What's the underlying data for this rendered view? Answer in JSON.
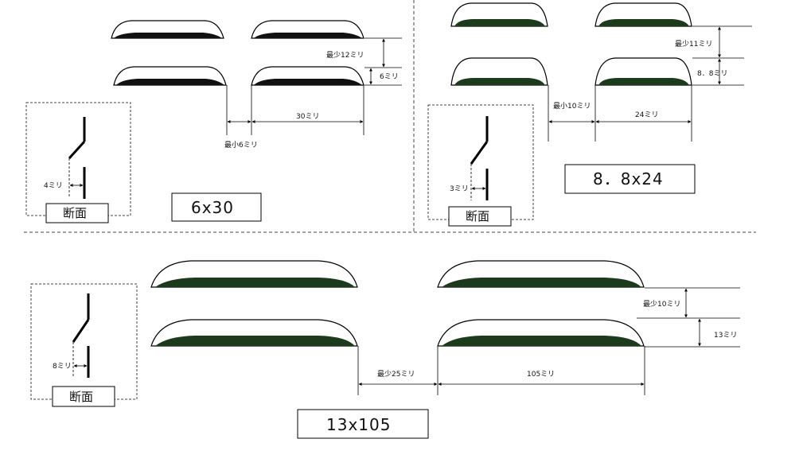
{
  "colors": {
    "blade_dark": "#1c3a1c",
    "blade_black": "#111111",
    "line": "#000000"
  },
  "panels": {
    "p6x30": {
      "size_label": "6x30",
      "section_label": "断面",
      "gap_label": "最小6ミリ",
      "length_label": "30ミリ",
      "row_gap_label": "最少12ミリ",
      "height_label": "6ミリ",
      "cross_label": "4ミリ"
    },
    "p88x24": {
      "size_label": "8．8x24",
      "section_label": "断面",
      "gap_label": "最小10ミリ",
      "length_label": "24ミリ",
      "row_gap_label": "最少11ミリ",
      "height_label": "8．8ミリ",
      "cross_label": "3ミリ"
    },
    "p13x105": {
      "size_label": "13x105",
      "section_label": "断面",
      "gap_label": "最少25ミリ",
      "length_label": "105ミリ",
      "row_gap_label": "最少10ミリ",
      "height_label": "13ミリ",
      "cross_label": "8ミリ"
    }
  }
}
